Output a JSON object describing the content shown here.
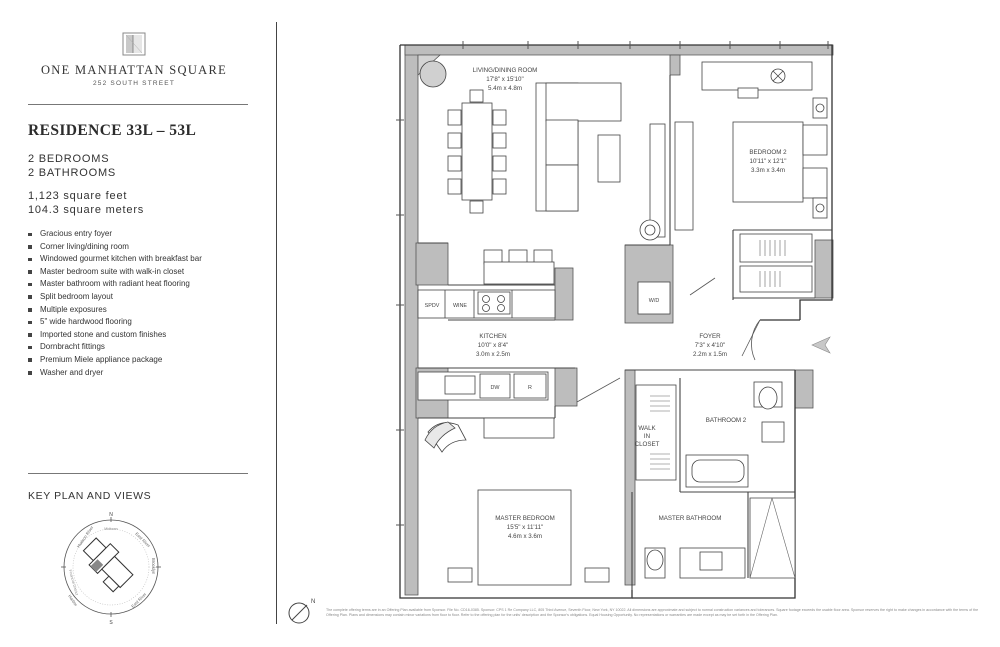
{
  "brand": {
    "name": "ONE MANHATTAN SQUARE",
    "address": "252 SOUTH STREET"
  },
  "residence": {
    "title": "RESIDENCE 33L – 53L",
    "bedrooms": "2 BEDROOMS",
    "bathrooms": "2 BATHROOMS",
    "area_sqft": "1,123 square feet",
    "area_sqm": "104.3 square meters"
  },
  "features": [
    "Gracious entry foyer",
    "Corner living/dining room",
    "Windowed gourmet kitchen with breakfast bar",
    "Master bedroom suite with walk-in closet",
    "Master bathroom with radiant heat flooring",
    "Split bedroom layout",
    "Multiple exposures",
    "5\" wide hardwood flooring",
    "Imported stone and custom finishes",
    "Dornbracht fittings",
    "Premium Miele appliance package",
    "Washer and dryer"
  ],
  "key_plan": {
    "title": "KEY PLAN AND VIEWS",
    "north": "N",
    "south": "S",
    "labels": [
      "Hudson River",
      "East River",
      "Brooklyn",
      "Harbor",
      "Financial District",
      "Midtown"
    ]
  },
  "rooms": {
    "living": {
      "name": "LIVING/DINING ROOM",
      "dim_imperial": "17'8\" x 15'10\"",
      "dim_metric": "5.4m x 4.8m"
    },
    "bedroom2": {
      "name": "BEDROOM 2",
      "dim_imperial": "10'11\" x 12'1\"",
      "dim_metric": "3.3m x 3.4m"
    },
    "kitchen": {
      "name": "KITCHEN",
      "dim_imperial": "10'0\" x 8'4\"",
      "dim_metric": "3.0m x 2.5m"
    },
    "foyer": {
      "name": "FOYER",
      "dim_imperial": "7'3\" x 4'10\"",
      "dim_metric": "2.2m x 1.5m"
    },
    "master": {
      "name": "MASTER BEDROOM",
      "dim_imperial": "15'5\" x 11'11\"",
      "dim_metric": "4.6m x 3.6m"
    },
    "bath2": {
      "name": "BATHROOM 2"
    },
    "master_bath": {
      "name": "MASTER BATHROOM"
    },
    "walk_in": {
      "name": "WALK IN CLOSET",
      "line1": "WALK",
      "line2": "IN",
      "line3": "CLOSET"
    }
  },
  "appliances": {
    "spdv": "SPDV",
    "wine": "WINE",
    "dw": "DW",
    "r": "R",
    "wd": "W/D"
  },
  "disclaimer": "The complete offering terms are in an Offering Plan available from Sponsor. File No. CD16-0385. Sponsor: CPS 1 Re Company LLC, 805 Third Avenue, Seventh Floor, New York, NY 10022. All dimensions are approximate and subject to normal construction variances and tolerances. Square footage exceeds the usable floor area. Sponsor reserves the right to make changes in accordance with the terms of the Offering Plan. Plans and dimensions may contain minor variations from floor to floor. Refer to the offering plan for the units' description and the Sponsor's obligations. Equal Housing Opportunity. No representations or warranties are made except as may be set forth in the Offering Plan."
}
